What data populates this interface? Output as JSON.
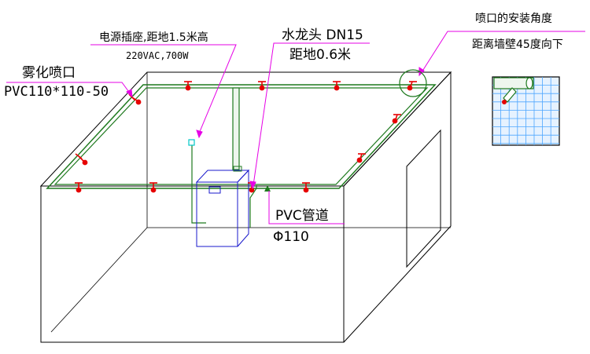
{
  "labels": {
    "socket_title": "电源插座,距地1.5米高",
    "socket_spec": "220VAC,700W",
    "faucet_title": "水龙头 DN15",
    "faucet_height": "距地0.6米",
    "nozzle_title": "雾化喷口",
    "nozzle_spec": "PVC110*110-50",
    "angle_title": "喷口的安装角度",
    "angle_desc": "距离墙壁45度向下",
    "pipe_title": "PVC管道",
    "pipe_size": "Φ110"
  },
  "colors": {
    "outline": "#000000",
    "pipe": "#1f7a1f",
    "pipe_fill": "#eef6ee",
    "leader": "#e600e6",
    "nozzle": "#e60000",
    "cabinet": "#1a1acc",
    "socket": "#00c8c8",
    "detail_grid": "#4da6ff",
    "detail_bg": "#e6f2ff"
  }
}
